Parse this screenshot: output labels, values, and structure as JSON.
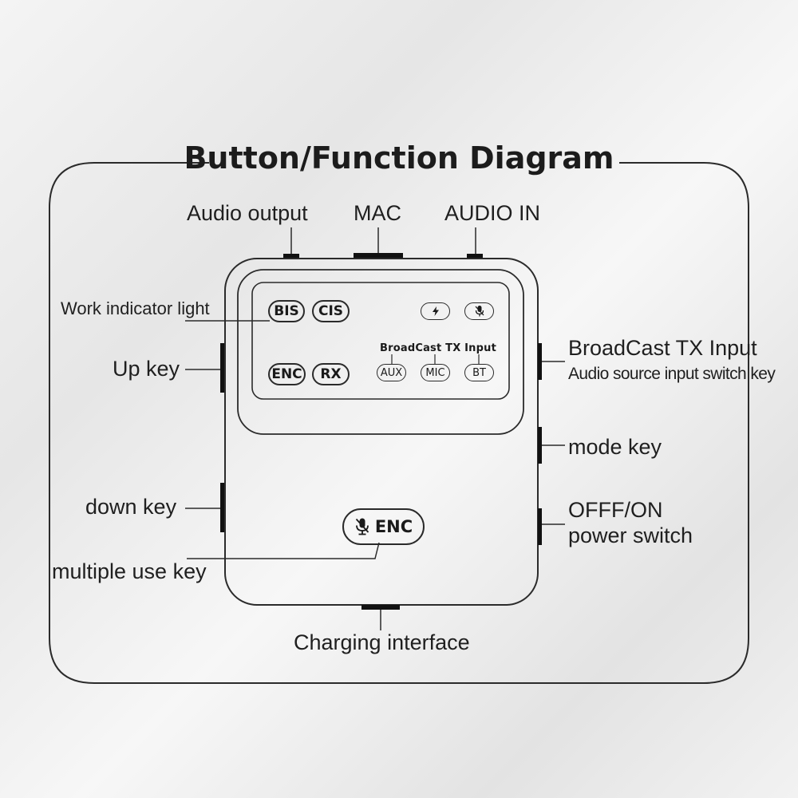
{
  "title": "Button/Function Diagram",
  "ports": {
    "audio_output": "Audio output",
    "mac": "MAC",
    "audio_in": "AUDIO IN"
  },
  "side_labels": {
    "work_indicator": "Work indicator light",
    "up_key": "Up key",
    "down_key": "down key",
    "multiple_use_key": "multiple use key",
    "broadcast_title": "BroadCast TX Input",
    "broadcast_sub": "Audio source input switch key",
    "mode_key": "mode key",
    "power_line1": "OFFF/ON",
    "power_line2": "power switch",
    "charging": "Charging interface"
  },
  "indicators": {
    "bis": "BIS",
    "cis": "CIS",
    "enc": "ENC",
    "rx": "RX",
    "broadcast_tx_input": "BroadCast  TX Input",
    "aux": "AUX",
    "mic": "MIC",
    "bt": "BT",
    "flash_icon": "lightning-icon",
    "mute_icon": "mic-mute-icon"
  },
  "enc_button": {
    "label": "ENC",
    "icon": "mic-mute-icon"
  }
}
